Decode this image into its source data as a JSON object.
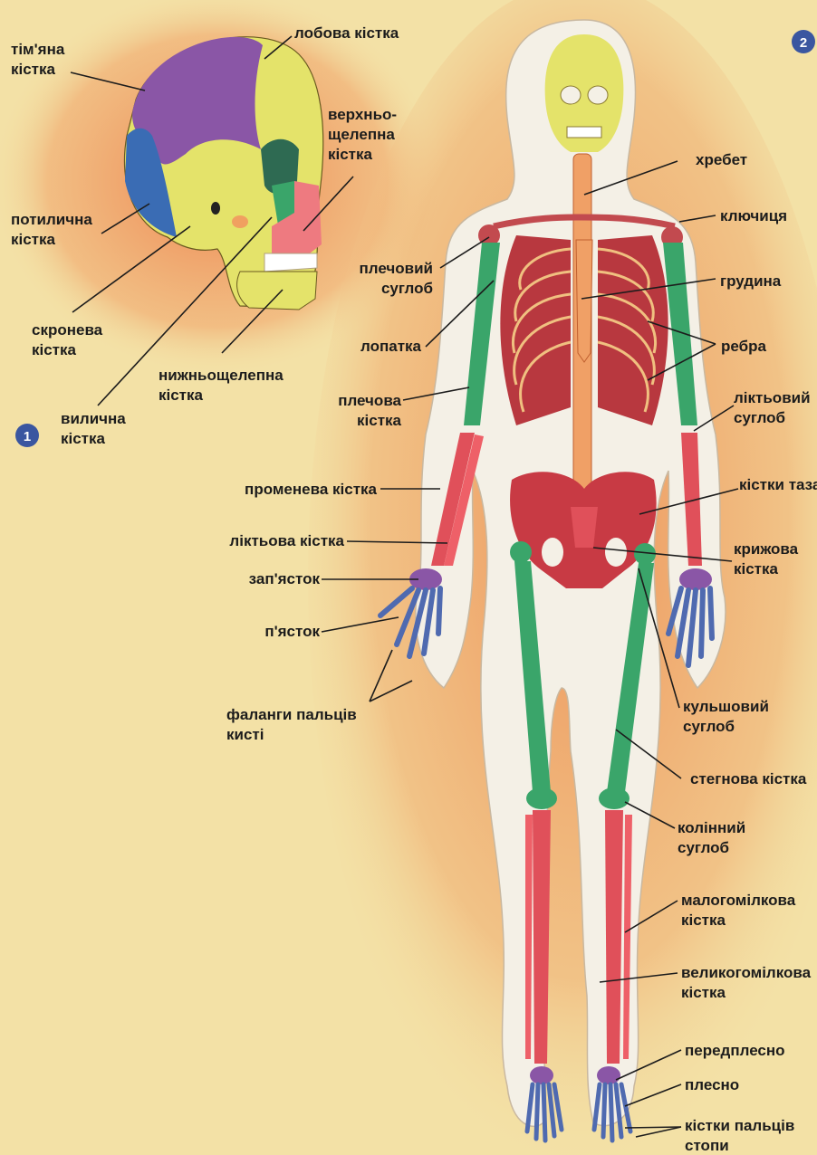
{
  "figure_numbers": {
    "skull": "1",
    "skeleton": "2"
  },
  "skull_labels": {
    "parietal": [
      "тім'яна",
      "кістка"
    ],
    "frontal": [
      "лобова кістка"
    ],
    "maxilla": [
      "верхньо-",
      "щелепна",
      "кістка"
    ],
    "occipital": [
      "потилична",
      "кістка"
    ],
    "temporal": [
      "скронева",
      "кістка"
    ],
    "mandible": [
      "нижньощелепна",
      "кістка"
    ],
    "zygomatic": [
      "вилична",
      "кістка"
    ]
  },
  "skeleton_labels": {
    "spine": [
      "хребет"
    ],
    "clavicle": [
      "ключиця"
    ],
    "shoulder_joint": [
      "плечовий",
      "суглоб"
    ],
    "sternum": [
      "грудина"
    ],
    "scapula": [
      "лопатка"
    ],
    "ribs": [
      "ребра"
    ],
    "humerus": [
      "плечова",
      "кістка"
    ],
    "elbow_joint": [
      "ліктьовий",
      "суглоб"
    ],
    "radius": [
      "променева кістка"
    ],
    "pelvis": [
      "кістки таза"
    ],
    "ulna": [
      "ліктьова кістка"
    ],
    "sacrum": [
      "крижова",
      "кістка"
    ],
    "wrist": [
      "зап'ясток"
    ],
    "metacarpus": [
      "п'ясток"
    ],
    "finger_phalanges": [
      "фаланги пальців",
      "кисті"
    ],
    "hip_joint": [
      "кульшовий",
      "суглоб"
    ],
    "femur": [
      "стегнова кістка"
    ],
    "knee_joint": [
      "колінний",
      "суглоб"
    ],
    "fibula": [
      "малогомілкова",
      "кістка"
    ],
    "tibia": [
      "великогомілкова",
      "кістка"
    ],
    "tarsus": [
      "передплесно"
    ],
    "metatarsus": [
      "плесно"
    ],
    "toe_bones": [
      "кістки пальців",
      "стопи"
    ]
  },
  "colors": {
    "background": "#f3e1a6",
    "glow": "#ec8a52",
    "skin": "#f4f0e6",
    "yellow_bone": "#e4e36a",
    "purple_bone": "#8a56a6",
    "blue_bone": "#3a6cb4",
    "green_bone": "#3aa56a",
    "red_bone": "#e0505a",
    "dark_red": "#b8383f",
    "hand_bone": "#4f6ab0",
    "badge": "#3a56a0"
  }
}
